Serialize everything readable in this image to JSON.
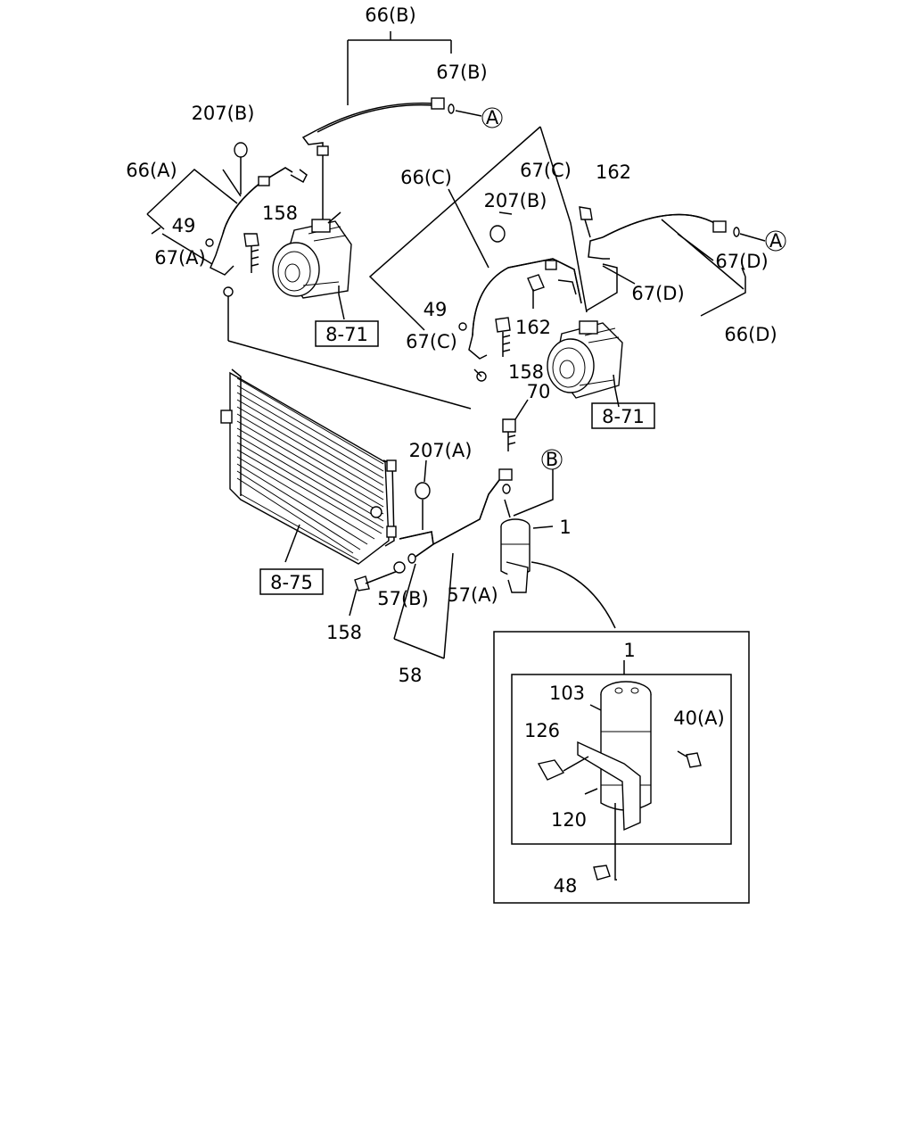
{
  "callouts": {
    "a1": "A",
    "a2": "A",
    "b": "B"
  },
  "refs": {
    "ref_871_left": "8-71",
    "ref_871_right": "8-71",
    "ref_875": "8-75"
  },
  "labels": {
    "l_66b": "66(B)",
    "l_67b": "67(B)",
    "l_207b_left": "207(B)",
    "l_66a": "66(A)",
    "l_49_left": "49",
    "l_158_top": "158",
    "l_67a": "67(A)",
    "l_66c": "66(C)",
    "l_67c_top": "67(C)",
    "l_162_top": "162",
    "l_207b_mid": "207(B)",
    "l_49_mid": "49",
    "l_162_mid": "162",
    "l_67c_mid": "67(C)",
    "l_158_mid": "158",
    "l_67d_right": "67(D)",
    "l_67d_mid": "67(D)",
    "l_66d": "66(D)",
    "l_70": "70",
    "l_207a": "207(A)",
    "l_1": "1",
    "l_57b": "57(B)",
    "l_57a": "57(A)",
    "l_158_bot": "158",
    "l_58": "58",
    "detail_1": "1",
    "l_103": "103",
    "l_40a": "40(A)",
    "l_126": "126",
    "l_120": "120",
    "l_48": "48"
  }
}
